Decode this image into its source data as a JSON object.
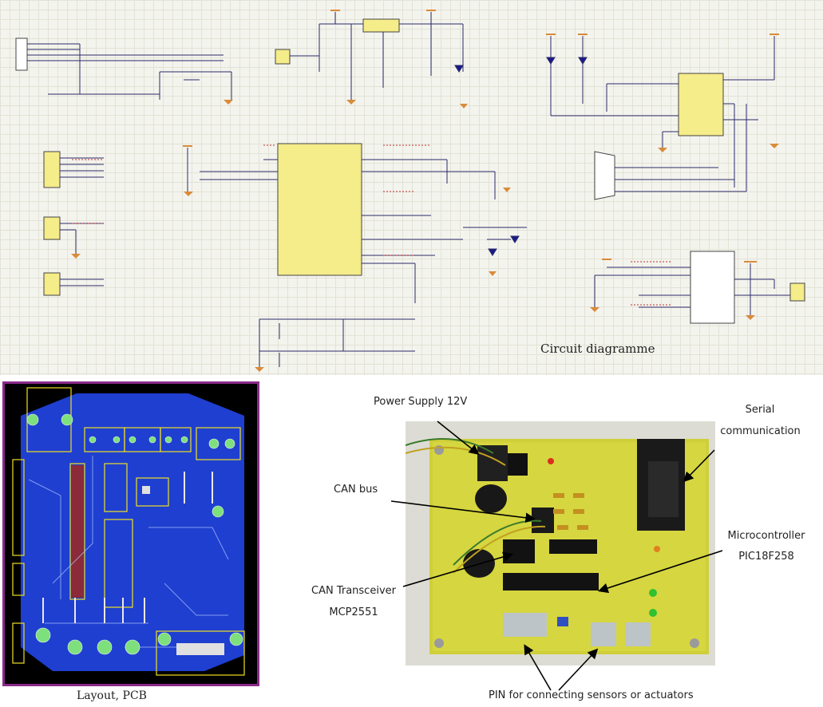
{
  "schematic": {
    "caption": "Circuit diagramme"
  },
  "pcb": {
    "caption": "Layout, PCB"
  },
  "photo": {
    "annotations": {
      "power_supply": "Power Supply 12V",
      "serial": [
        "Serial",
        "communication"
      ],
      "can_bus": "CAN bus",
      "microcontroller": [
        "Microcontroller",
        "PIC18F258"
      ],
      "transceiver": [
        "CAN Transceiver",
        "MCP2551"
      ],
      "pins": "PIN for connecting sensors or actuators"
    }
  }
}
